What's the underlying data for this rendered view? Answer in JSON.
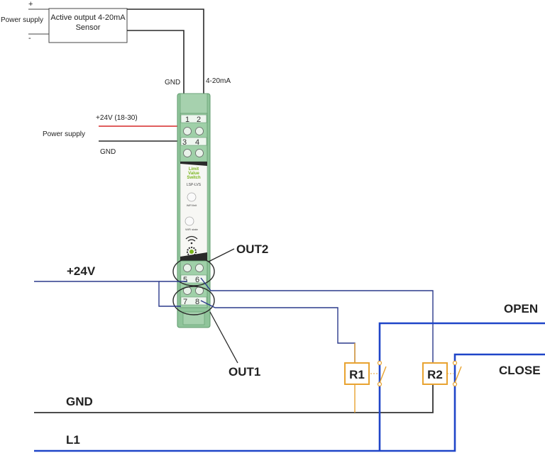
{
  "sensor": {
    "title_line1": "Active output 4-20mA",
    "title_line2": "Sensor",
    "supply_label": "Power supply",
    "plus": "+",
    "minus": "-"
  },
  "sensor_wires": {
    "gnd_label": "GND",
    "signal_label": "4-20mA"
  },
  "power": {
    "voltage_label": "+24V (18-30)",
    "supply_label": "Power supply",
    "gnd_label": "GND"
  },
  "device": {
    "brand_line1": "Limit",
    "brand_line2": "Value",
    "brand_line3": "Switch",
    "model": "LSP-LVS",
    "button1_label": "WiFi/Init",
    "button2_label": "WiFi state",
    "terminals": [
      "1",
      "2",
      "3",
      "4",
      "5",
      "6",
      "7",
      "8"
    ]
  },
  "outputs": {
    "out2": "OUT2",
    "out1": "OUT1"
  },
  "rails": {
    "plus24": "+24V",
    "gnd": "GND",
    "l1": "L1",
    "open": "OPEN",
    "close": "CLOSE"
  },
  "relays": {
    "r1": "R1",
    "r2": "R2"
  },
  "colors": {
    "housing": "#8fc49a",
    "housing_dark": "#5f9a6c",
    "navy": "#2b3a8c",
    "blue": "#1f45c8",
    "dark": "#333333",
    "red": "#d62828",
    "relay": "#e8a330",
    "accent_green": "#7ab51d"
  }
}
